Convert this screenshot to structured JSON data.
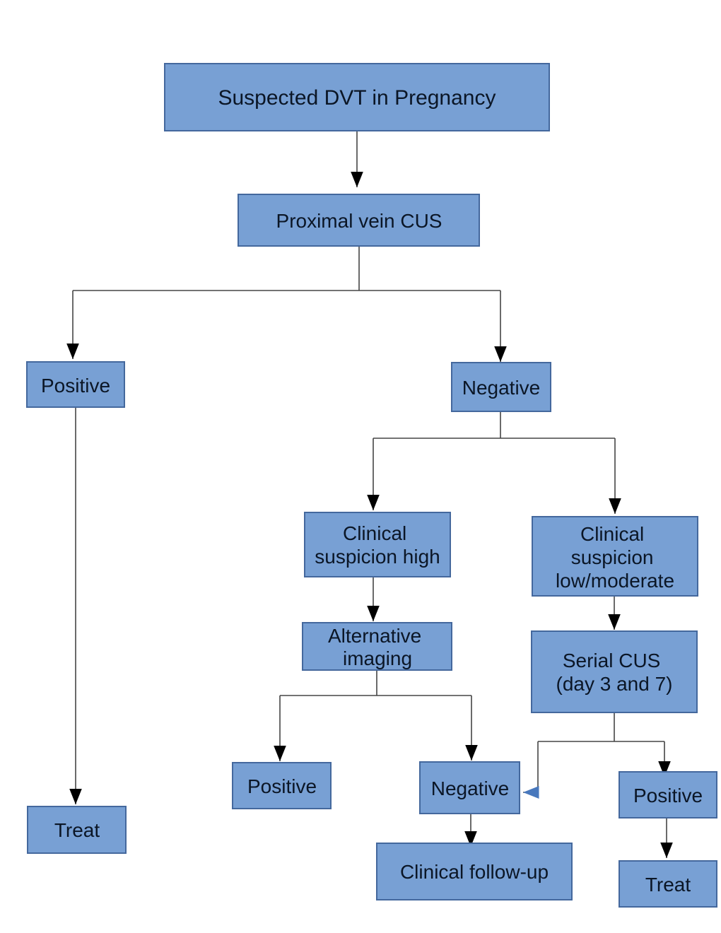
{
  "diagram": {
    "type": "flowchart",
    "colors": {
      "box_fill": "#78a0d4",
      "box_border": "#44689d",
      "line": "#454545",
      "arrow_head": "#000000",
      "blue_arrow_head": "#4878bd",
      "text": "#0b1626",
      "background": "#ffffff"
    },
    "nodes": {
      "suspected": {
        "lines": [
          "Suspected DVT in Pregnancy"
        ]
      },
      "proximal": {
        "lines": [
          "Proximal vein CUS"
        ]
      },
      "positive_cus": {
        "lines": [
          "Positive"
        ]
      },
      "negative_cus": {
        "lines": [
          "Negative"
        ]
      },
      "clin_high": {
        "lines": [
          "Clinical",
          "suspicion high"
        ]
      },
      "clin_low": {
        "lines": [
          "Clinical",
          "suspicion",
          "low/moderate"
        ]
      },
      "alt_imaging": {
        "lines": [
          "Alternative",
          "imaging"
        ]
      },
      "serial_cus": {
        "lines": [
          "Serial CUS",
          "(day 3 and 7)"
        ]
      },
      "alt_positive": {
        "lines": [
          "Positive"
        ]
      },
      "alt_negative": {
        "lines": [
          "Negative"
        ]
      },
      "clin_followup": {
        "lines": [
          "Clinical follow-up"
        ]
      },
      "serial_positive": {
        "lines": [
          "Positive"
        ]
      },
      "treat_left": {
        "lines": [
          "Treat"
        ]
      },
      "treat_right": {
        "lines": [
          "Treat"
        ]
      }
    },
    "edges": [
      "Suspected DVT in Pregnancy -> Proximal vein CUS",
      "Proximal vein CUS -> Positive",
      "Proximal vein CUS -> Negative",
      "Positive -> Treat",
      "Negative -> Clinical suspicion high",
      "Negative -> Clinical suspicion low/moderate",
      "Clinical suspicion high -> Alternative imaging",
      "Clinical suspicion low/moderate -> Serial CUS (day 3 and 7)",
      "Alternative imaging -> Positive",
      "Alternative imaging -> Negative",
      "Negative -> Clinical follow-up",
      "Serial CUS (day 3 and 7) -> Negative",
      "Serial CUS (day 3 and 7) -> Positive",
      "Positive -> Treat"
    ]
  }
}
